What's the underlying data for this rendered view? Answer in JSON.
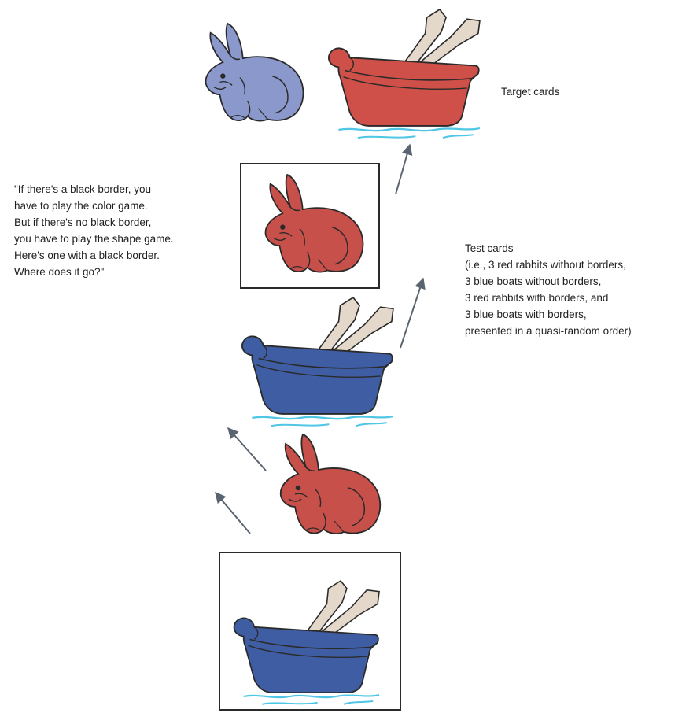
{
  "labels": {
    "target_cards": "Target cards",
    "instruction_quote": [
      "\"If there's a black border, you",
      "have to play the color game.",
      "But if there's no black border,",
      "you have to play the shape game.",
      "Here's one with a black border.",
      "Where does it go?\""
    ],
    "test_cards": [
      "Test cards",
      "(i.e., 3 red rabbits without borders,",
      "3 blue boats without borders,",
      "3 red rabbits with borders, and",
      "3 blue boats with borders,",
      "presented in a quasi-random order)"
    ]
  },
  "cards": {
    "target_rabbit": {
      "shape": "rabbit",
      "color": "blue",
      "bordered": false
    },
    "target_boat": {
      "shape": "boat",
      "color": "red",
      "bordered": false
    },
    "test_rabbit_bordered": {
      "shape": "rabbit",
      "color": "red",
      "bordered": true
    },
    "test_boat_plain": {
      "shape": "boat",
      "color": "blue",
      "bordered": false
    },
    "test_rabbit_plain": {
      "shape": "rabbit",
      "color": "red",
      "bordered": false
    },
    "test_boat_bordered": {
      "shape": "boat",
      "color": "blue",
      "bordered": true
    }
  },
  "colors": {
    "rabbit_blue": "#8b98cc",
    "rabbit_red": "#c8504a",
    "boat_red": "#cf5048",
    "boat_blue": "#3f5da3",
    "oar": "#e4d8cb",
    "water": "#4fc6e6",
    "outline": "#2a2a2a",
    "arrow": "#5a6470",
    "border": "#2a2a2a"
  }
}
